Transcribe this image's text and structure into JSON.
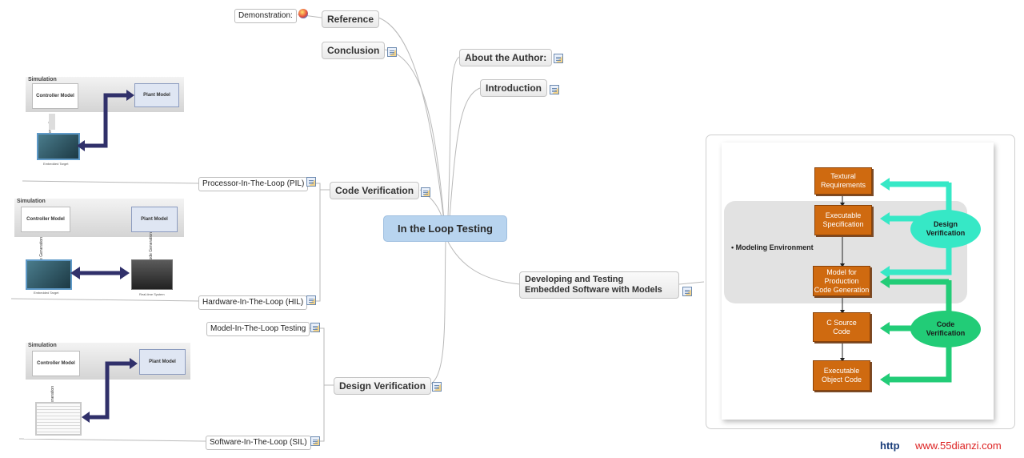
{
  "central_topic": "In the Loop Testing",
  "topics": {
    "reference": "Reference",
    "demonstration": "Demonstration:",
    "conclusion": "Conclusion",
    "about_author": "About the Author:",
    "introduction": "Introduction",
    "code_verification": "Code Verification",
    "pil": "Processor-In-The-Loop (PIL)",
    "hil": "Hardware-In-The-Loop (HIL)",
    "design_verification": "Design Verification",
    "mil": "Model-In-The-Loop Testing",
    "sil": "Software-In-The-Loop (SIL)",
    "developing": "Developing and Testing\nEmbedded Software with Models"
  },
  "sim_images": {
    "pil": {
      "title": "Simulation",
      "controller": "Controller Model",
      "plant": "Plant Model",
      "codegen": "Code Generation",
      "target": "Embedded Target"
    },
    "hil": {
      "title": "Simulation",
      "controller": "Controller Model",
      "plant": "Plant Model",
      "codegen": "Code Generation",
      "codegen2": "Code Generation",
      "target": "Embedded Target",
      "realtime": "Real-time System"
    },
    "sil": {
      "title": "Simulation",
      "controller": "Controller Model",
      "plant": "Plant Model",
      "codegen": "Code Generation"
    }
  },
  "workflow": {
    "environment_label": "• Modeling Environment",
    "steps": [
      "Textural\nRequirements",
      "Executable\nSpecification",
      "Model for\nProduction\nCode Generation",
      "C Source\nCode",
      "Executable\nObject Code"
    ],
    "design_verification": "Design\nVerification",
    "code_verification": "Code\nVerification"
  },
  "watermark": {
    "left": "http",
    "right": "www.55dianzi.com"
  },
  "colors": {
    "central": "#b8d4ef",
    "orange": "#cf6a10",
    "design_arrow": "#36e8c6",
    "code_arrow": "#22cc77",
    "nav_arrow": "#30306a"
  }
}
